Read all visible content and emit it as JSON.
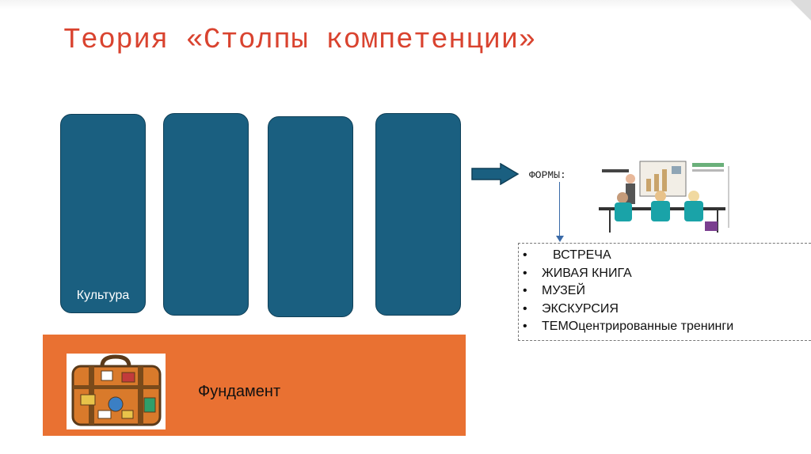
{
  "title": "Теория «Столпы компетенции»",
  "pillars": [
    {
      "label": ""
    },
    {
      "label": ""
    },
    {
      "label": ""
    },
    {
      "label": ""
    }
  ],
  "pillar_first_label": "Культура",
  "foundation": {
    "label": "Фундамент"
  },
  "forms": {
    "label": "ФОРМЫ:",
    "items": [
      "ВСТРЕЧА",
      "ЖИВАЯ КНИГА",
      "МУЗЕЙ",
      "ЭКСКУРСИЯ",
      "ТЕМОцентрированные тренинги"
    ],
    "bullet": "•"
  },
  "colors": {
    "title": "#d9432f",
    "pillar": "#1a5f80",
    "foundation": "#e97132",
    "arrow": "#1a5f80"
  },
  "icons": {
    "suitcase": "suitcase-icon",
    "classroom": "classroom-illustration"
  }
}
